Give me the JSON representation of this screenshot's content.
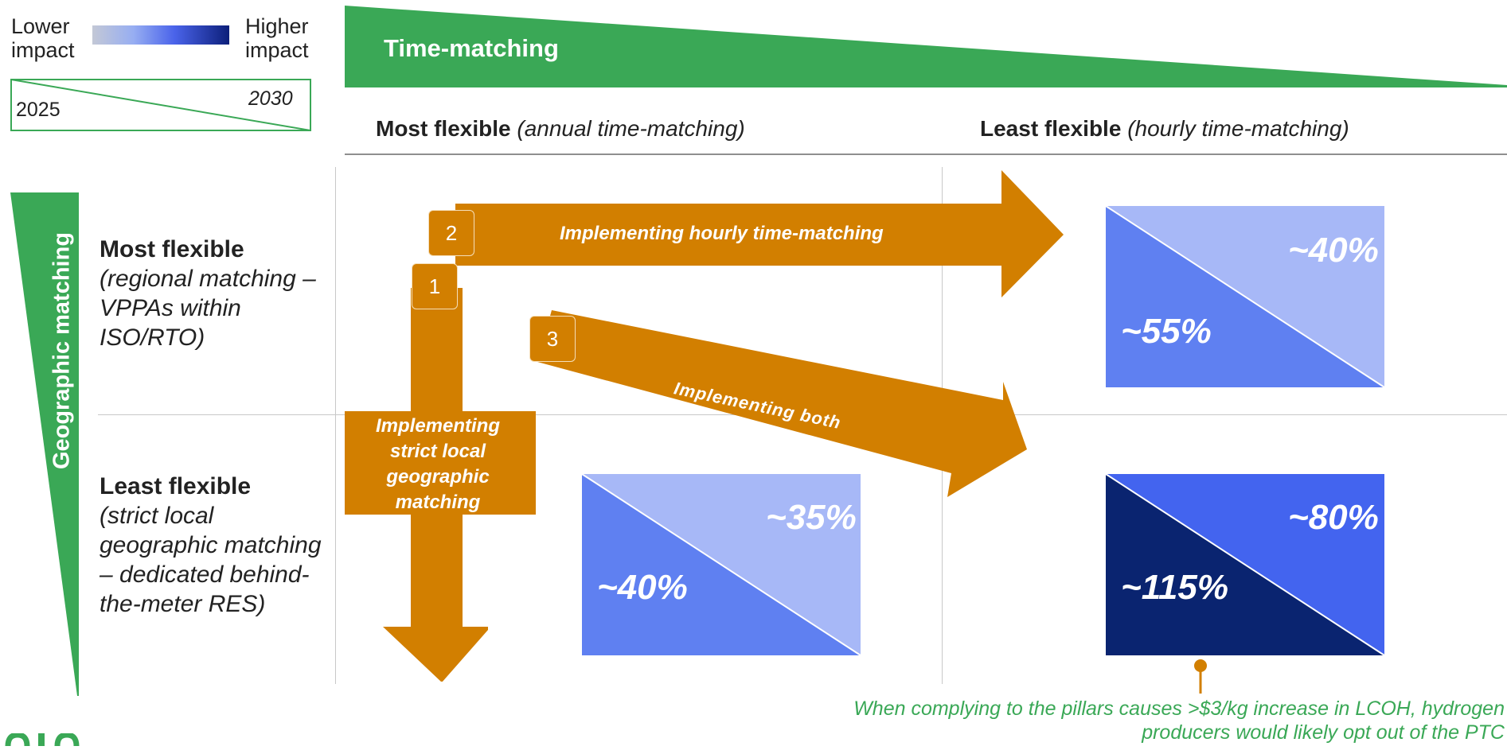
{
  "legend": {
    "lower_label": "Lower\nimpact",
    "higher_label": "Higher\nimpact",
    "year_start": "2025",
    "year_end": "2030"
  },
  "time_matching": {
    "title": "Time-matching",
    "col1_bold": "Most flexible",
    "col1_italic": "(annual time-matching)",
    "col2_bold": "Least flexible",
    "col2_italic": "(hourly time-matching)"
  },
  "geographic_matching": {
    "title": "Geographic matching",
    "row1_bold": "Most flexible",
    "row1_italic": "(regional matching – VPPAs within ISO/RTO)",
    "row2_bold": "Least flexible",
    "row2_italic": "(strict local geographic matching – dedicated behind-the-meter RES)"
  },
  "arrows": {
    "badge1": "1",
    "badge2": "2",
    "badge3": "3",
    "label1": "Implementing strict local geographic matching",
    "label2": "Implementing hourly time-matching",
    "label3": "Implementing both"
  },
  "cells": {
    "top_right": {
      "value_2025": "~55%",
      "value_2030": "~40%"
    },
    "bottom_left": {
      "value_2025": "~40%",
      "value_2030": "~35%"
    },
    "bottom_right": {
      "value_2025": "~115%",
      "value_2030": "~80%"
    }
  },
  "footnote": "When complying to the pillars causes >$3/kg increase in LCOH, hydrogen producers would likely opt out of the PTC",
  "colors": {
    "green": "#3aa856",
    "orange": "#d27f00",
    "blue_light": "#a7b8f7",
    "blue_mid": "#5f80f1",
    "blue_strong": "#4364ef",
    "blue_dark": "#0a2470"
  }
}
